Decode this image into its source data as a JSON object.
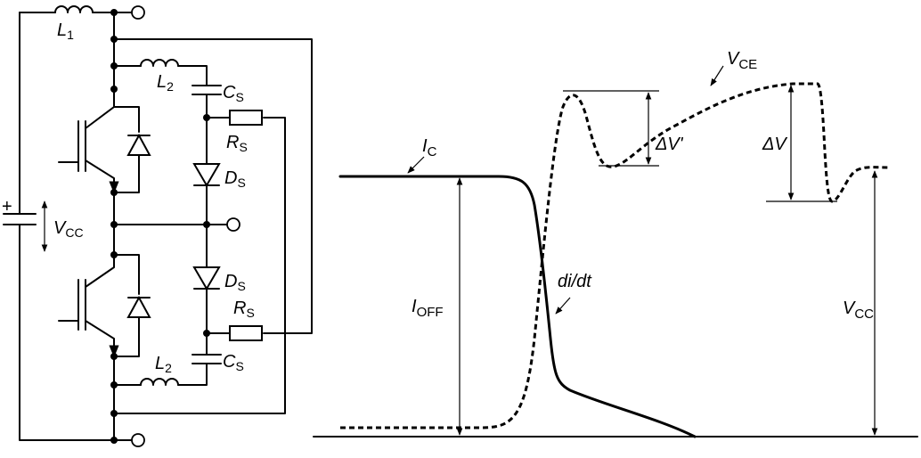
{
  "circuit": {
    "labels": {
      "L1": "L",
      "L1_sub": "1",
      "L2_top": "L",
      "L2_top_sub": "2",
      "L2_bot": "L",
      "L2_bot_sub": "2",
      "Cs_top": "C",
      "Cs_top_sub": "S",
      "Cs_bot": "C",
      "Cs_bot_sub": "S",
      "Rs_top": "R",
      "Rs_top_sub": "S",
      "Rs_bot": "R",
      "Rs_bot_sub": "S",
      "Ds_top": "D",
      "Ds_top_sub": "S",
      "Ds_bot": "D",
      "Ds_bot_sub": "S",
      "Vcc": "V",
      "Vcc_sub": "CC",
      "plus": "+"
    }
  },
  "waveform": {
    "labels": {
      "Ic": "I",
      "Ic_sub": "C",
      "Vce": "V",
      "Vce_sub": "CE",
      "Ioff": "I",
      "Ioff_sub": "OFF",
      "didt": "di/dt",
      "dV_prime": "ΔV'",
      "dV": "ΔV",
      "Vcc": "V",
      "Vcc_sub": "CC"
    }
  }
}
